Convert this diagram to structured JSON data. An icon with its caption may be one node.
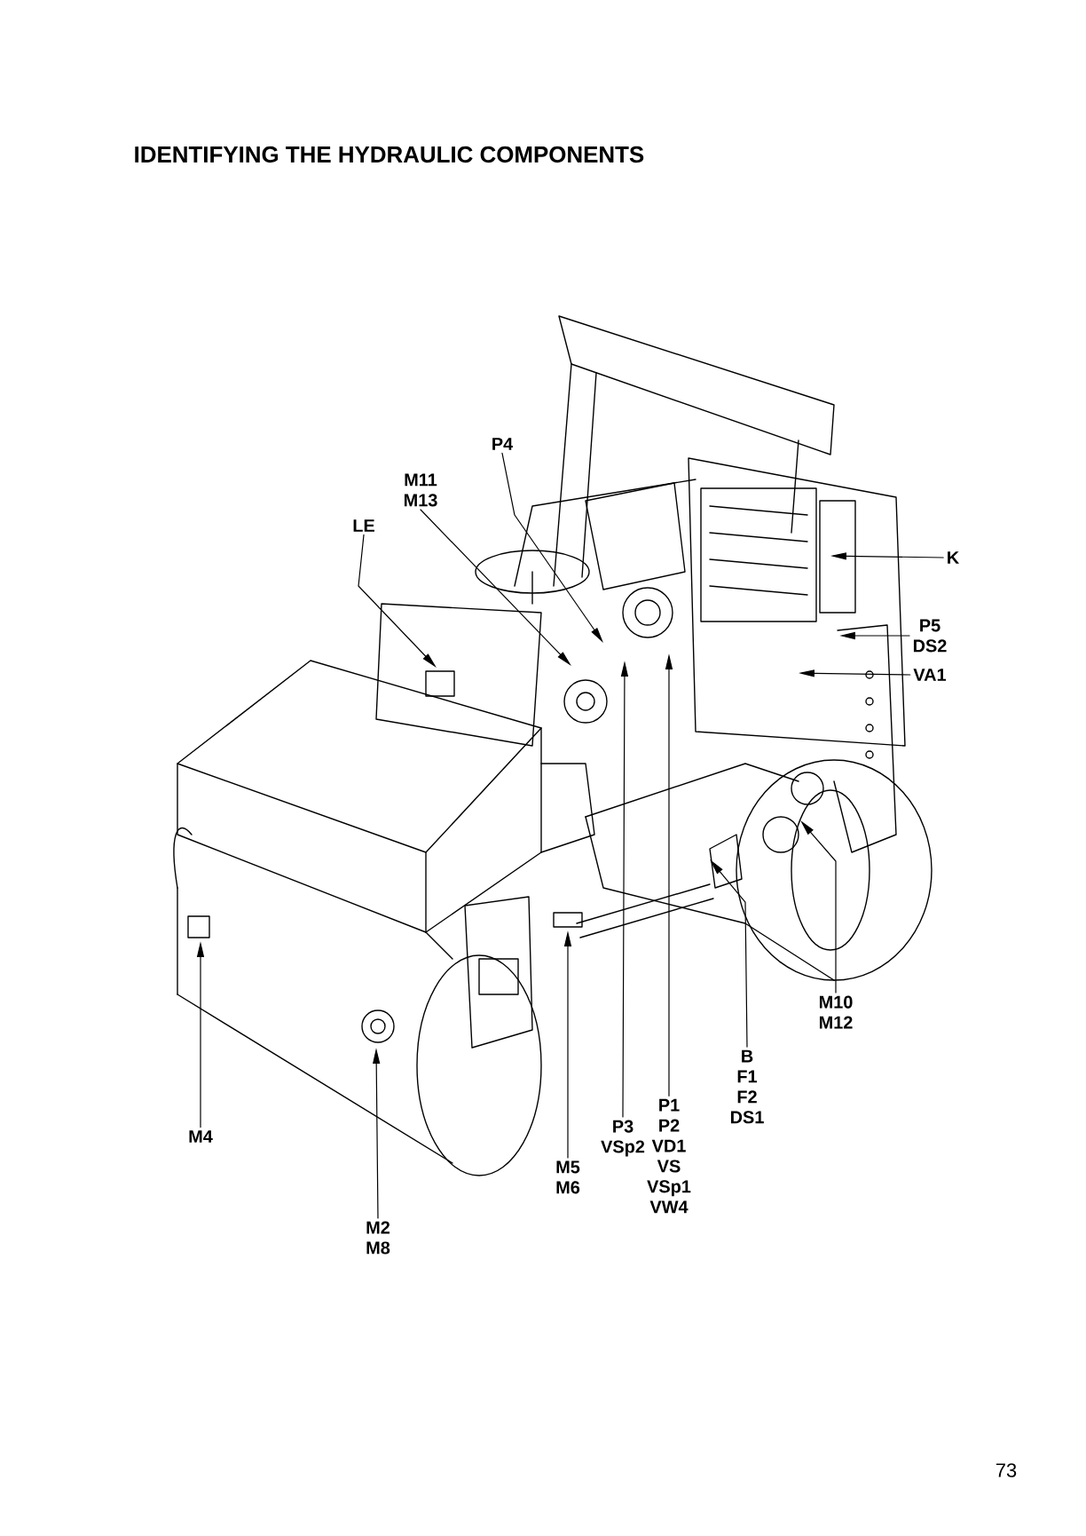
{
  "diagram": {
    "title": "IDENTIFYING THE HYDRAULIC  COMPONENTS",
    "nodes": [
      {
        "text": [
          "P4"
        ]
      },
      {
        "text": [
          "M11",
          "M13"
        ]
      },
      {
        "text": [
          "LE"
        ]
      },
      {
        "text": [
          "K"
        ]
      },
      {
        "text": [
          "P5",
          "DS2"
        ]
      },
      {
        "text": [
          "VA1"
        ]
      },
      {
        "text": [
          "M10",
          "M12"
        ]
      },
      {
        "text": [
          "B",
          "F1",
          "F2",
          "DS1"
        ]
      },
      {
        "text": [
          "P1",
          "P2",
          "VD1",
          "VS",
          "VSp1",
          "VW4"
        ]
      },
      {
        "text": [
          "P3",
          "VSp2"
        ]
      },
      {
        "text": [
          "M5",
          "M6"
        ]
      },
      {
        "text": [
          "M4"
        ]
      },
      {
        "text": [
          "M2",
          "M8"
        ]
      }
    ],
    "edges": [
      {
        "from": 0,
        "to": null,
        "arrow": "to"
      },
      {
        "from": 1,
        "to": null,
        "arrow": "to"
      },
      {
        "from": 2,
        "to": null,
        "arrow": "to"
      },
      {
        "from": 3,
        "to": null,
        "arrow": "to"
      },
      {
        "from": 4,
        "to": null,
        "arrow": "to"
      },
      {
        "from": 5,
        "to": null,
        "arrow": "to"
      },
      {
        "from": 6,
        "to": null,
        "arrow": "to"
      },
      {
        "from": 7,
        "to": null,
        "arrow": "to"
      },
      {
        "from": 8,
        "to": null,
        "arrow": "to"
      },
      {
        "from": 9,
        "to": null,
        "arrow": "to"
      },
      {
        "from": 10,
        "to": null,
        "arrow": "to"
      },
      {
        "from": 11,
        "to": null,
        "arrow": "to"
      },
      {
        "from": 12,
        "to": null,
        "arrow": "to"
      }
    ],
    "labels": [
      "73"
    ]
  }
}
